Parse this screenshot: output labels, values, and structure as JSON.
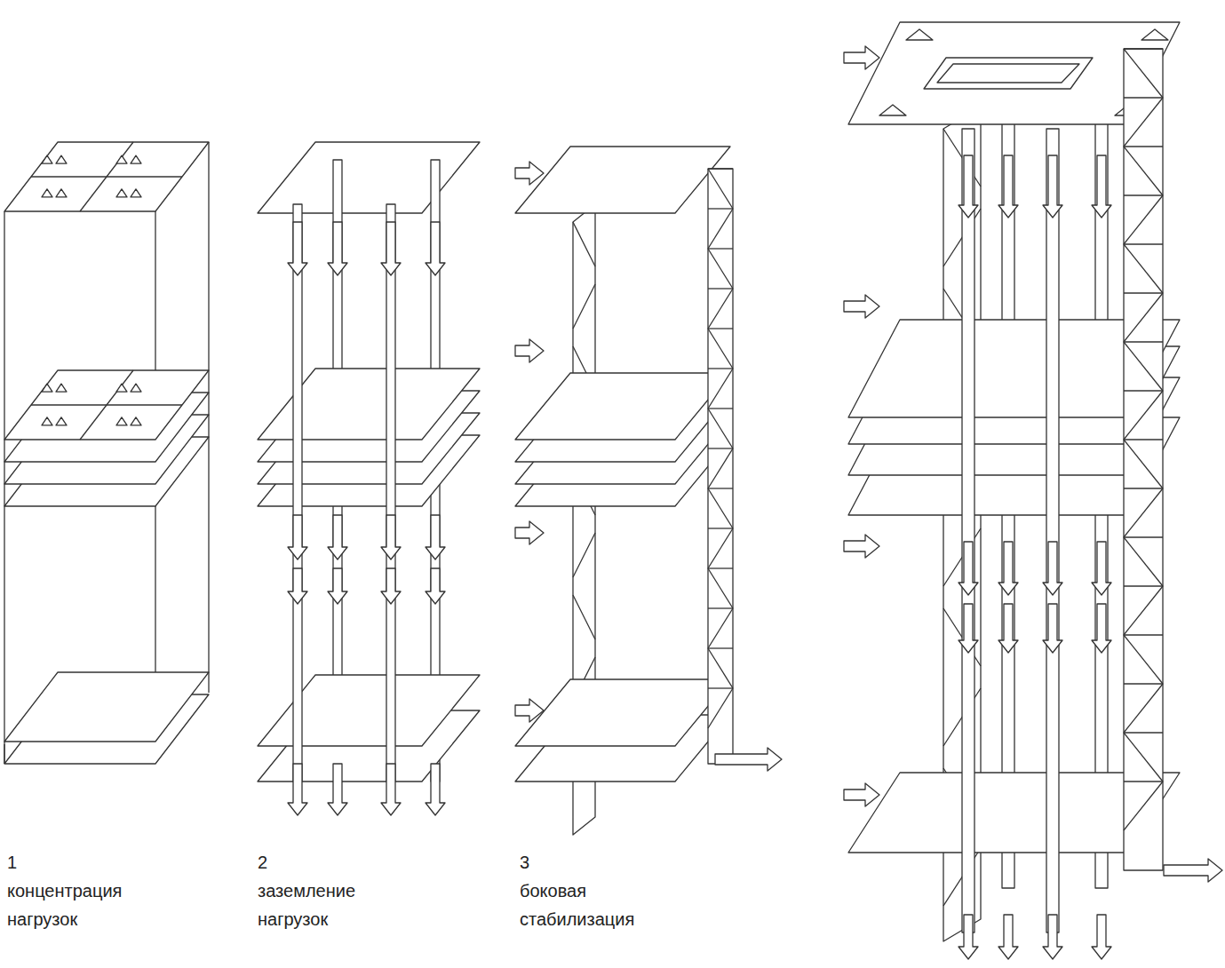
{
  "diagram": {
    "labels": [
      "1",
      "концентрация нагрузок",
      "2",
      "заземление нагрузок",
      "3",
      "боковая стабилизация"
    ]
  }
}
